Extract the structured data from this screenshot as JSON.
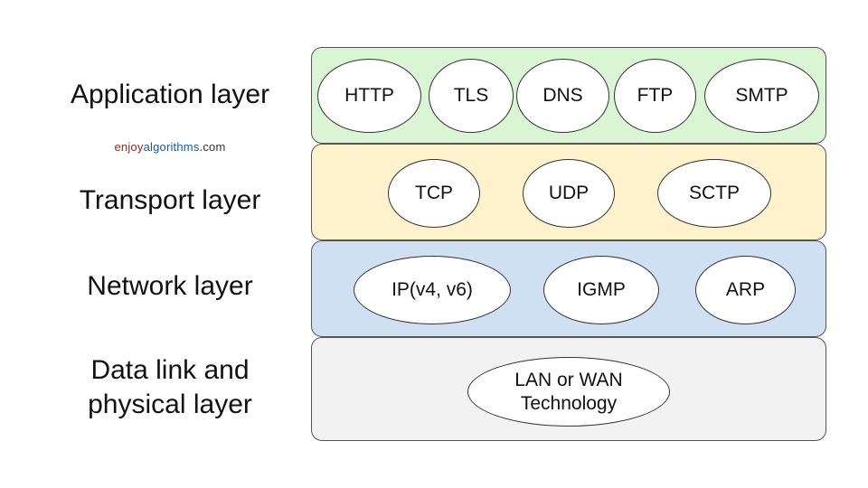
{
  "layers": [
    {
      "label": "Application layer",
      "color": "#d9f5d3",
      "protocols": [
        "HTTP",
        "TLS",
        "DNS",
        "FTP",
        "SMTP"
      ]
    },
    {
      "label": "Transport layer",
      "color": "#fdf2cc",
      "protocols": [
        "TCP",
        "UDP",
        "SCTP"
      ]
    },
    {
      "label": "Network layer",
      "color": "#cfe0f3",
      "protocols": [
        "IP(v4, v6)",
        "IGMP",
        "ARP"
      ]
    },
    {
      "label": "Data link and\nphysical layer",
      "color": "#f2f2f2",
      "protocols": [
        "LAN or WAN\nTechnology"
      ]
    }
  ],
  "brand": {
    "part1": "enjoy",
    "part2": "algorithms",
    "part3": ".com"
  }
}
